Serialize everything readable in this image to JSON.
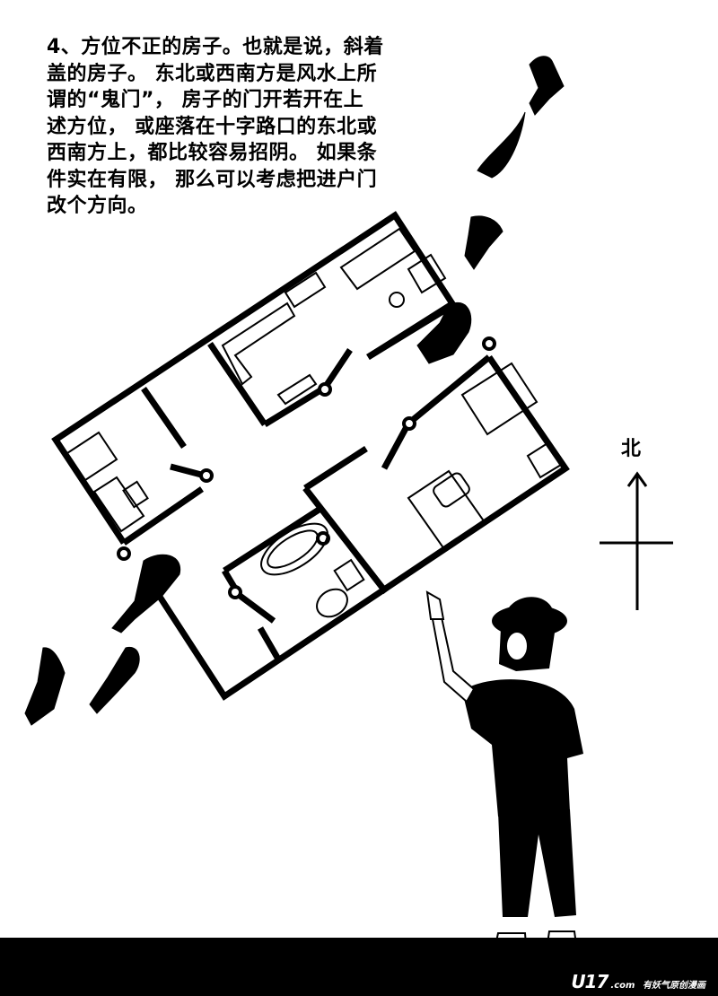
{
  "caption": {
    "lines": [
      "4、方位不正的房子。也就是说，斜着",
      "盖的房子。 东北或西南方是风水上所",
      "谓的“鬼门”， 房子的门开若开在上",
      "述方位， 或座落在十字路口的东北或",
      "西南方上，都比较容易招阴。 如果条",
      "件实在有限， 那么可以考虑把进户门",
      "改个方向。"
    ]
  },
  "compass": {
    "label": "北"
  },
  "watermark": {
    "mark": "U17",
    "domain": ".com",
    "slogan": "有妖气原创漫画"
  },
  "colors": {
    "ink": "#000000",
    "paper": "#ffffff"
  }
}
